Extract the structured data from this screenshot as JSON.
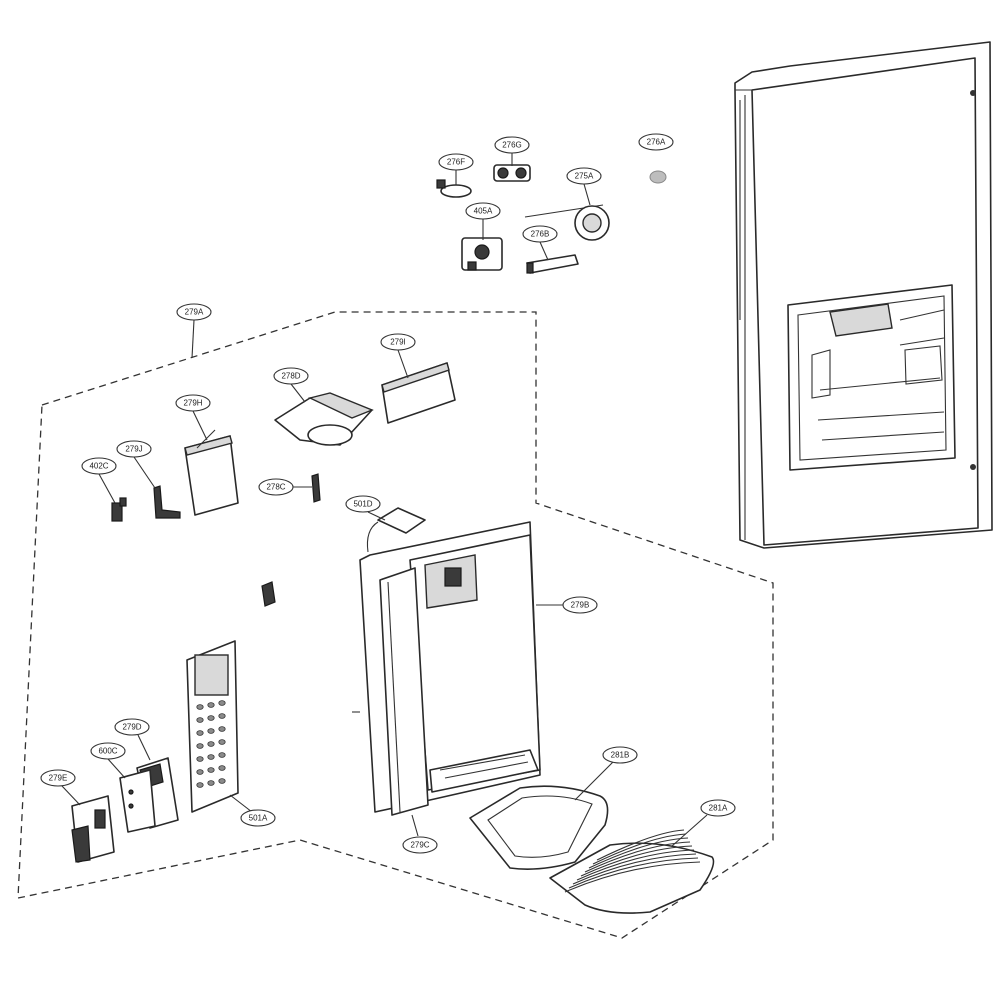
{
  "callouts": {
    "c276F": "276F",
    "c276G": "276G",
    "c276A": "276A",
    "c275A": "275A",
    "c405A": "405A",
    "c276B": "276B",
    "c279A": "279A",
    "c279I": "279I",
    "c278D": "278D",
    "c279H": "279H",
    "c279J": "279J",
    "c402C": "402C",
    "c278C": "278C",
    "c501D": "501D",
    "c279B": "279B",
    "c279D": "279D",
    "c600C": "600C",
    "c279E": "279E",
    "c501A": "501A",
    "c279C": "279C",
    "c281B": "281B",
    "c281A": "281A"
  },
  "colors": {
    "line": "#2a2a2a",
    "background": "#ffffff",
    "shade": "#3a3a3a"
  }
}
